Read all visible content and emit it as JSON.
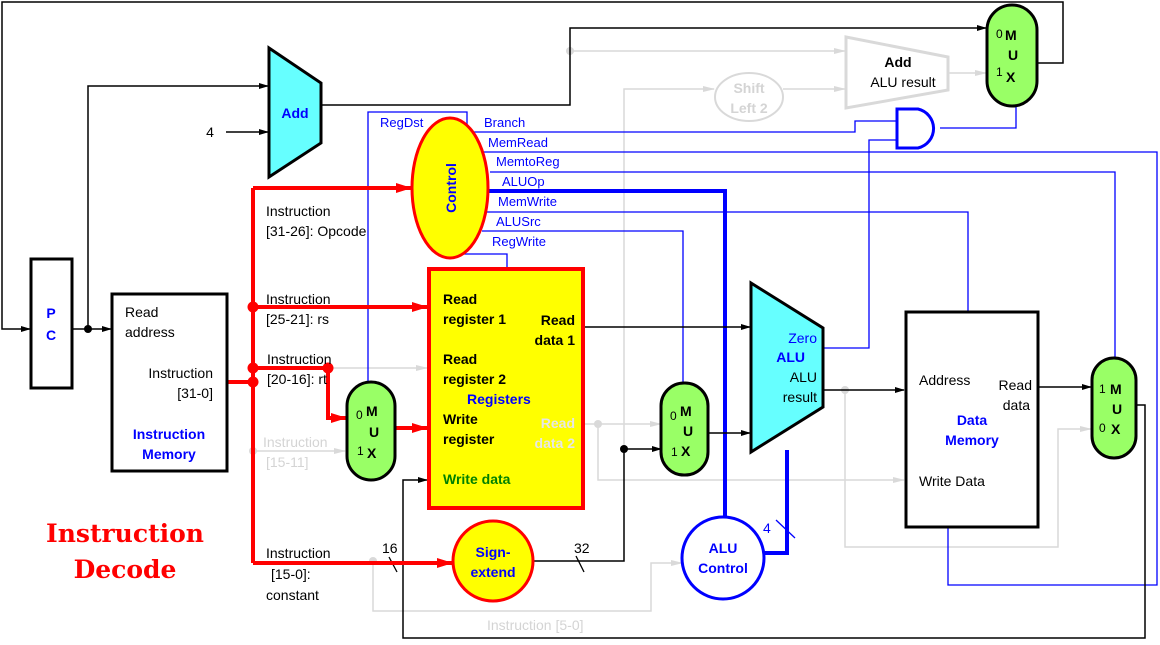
{
  "title": {
    "line1": "Instruction",
    "line2": "Decode"
  },
  "pc": {
    "letter1": "P",
    "letter2": "C"
  },
  "pc_adder": {
    "label": "Add",
    "constant": "4"
  },
  "instruction_memory": {
    "input_line1": "Read",
    "input_line2": "address",
    "output_line1": "Instruction",
    "output_line2": "[31-0]",
    "name_line1": "Instruction",
    "name_line2": "Memory"
  },
  "instruction_fields": {
    "opcode": {
      "line1": "Instruction",
      "line2": "[31-26]: Opcode"
    },
    "rs": {
      "line1": "Instruction",
      "line2": "[25-21]: rs"
    },
    "rt": {
      "line1": "Instruction",
      "line2": "[20-16]: rt"
    },
    "rd": {
      "line1": "Instruction",
      "line2": "[15-11]"
    },
    "constant": {
      "line1": "Instruction",
      "line2": "[15-0]:",
      "line3": "constant"
    },
    "funct": {
      "label": "Instruction  [5-0]"
    }
  },
  "control": {
    "label": "Control",
    "signals": {
      "regdst": "RegDst",
      "branch": "Branch",
      "memread": "MemRead",
      "memtoreg": "MemtoReg",
      "aluop": "ALUOp",
      "memwrite": "MemWrite",
      "alusrc": "ALUSrc",
      "regwrite": "RegWrite"
    }
  },
  "registers": {
    "read_reg1_line1": "Read",
    "read_reg1_line2": "register 1",
    "read_reg2_line1": "Read",
    "read_reg2_line2": "register 2",
    "write_reg_line1": "Write",
    "write_reg_line2": "register",
    "write_data": "Write data",
    "read_data1_line1": "Read",
    "read_data1_line2": "data 1",
    "read_data2_line1": "Read",
    "read_data2_line2": "data 2",
    "name": "Registers"
  },
  "mux": {
    "m": "M",
    "u": "U",
    "x": "X",
    "zero": "0",
    "one": "1"
  },
  "sign_extend": {
    "line1": "Sign-",
    "line2": "extend",
    "input_width": "16",
    "output_width": "32"
  },
  "shift_left": {
    "line1": "Shift",
    "line2": "Left 2"
  },
  "branch_adder": {
    "line1": "Add",
    "line2": "ALU result"
  },
  "alu": {
    "zero": "Zero",
    "name": "ALU",
    "result_line1": "ALU",
    "result_line2": "result"
  },
  "alu_control": {
    "line1": "ALU",
    "line2": "Control",
    "width": "4"
  },
  "data_memory": {
    "address": "Address",
    "read_data_line1": "Read",
    "read_data_line2": "data",
    "write_data": "Write Data",
    "name_line1": "Data",
    "name_line2": "Memory"
  },
  "colors": {
    "active_path": "#ff0000",
    "highlight_fill": "#ffff00",
    "alu_fill": "#66ffff",
    "mux_fill": "#99ff66",
    "control_lines": "#0000ff",
    "inactive": "#d9d9d9"
  }
}
